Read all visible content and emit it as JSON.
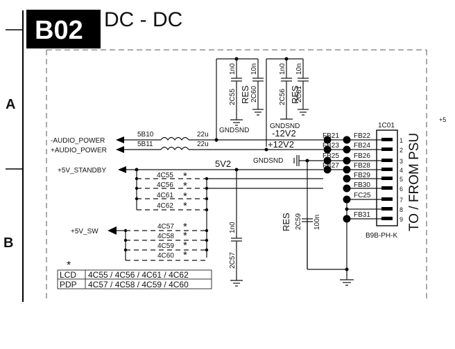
{
  "header": {
    "block_id": "B02",
    "title": "DC  - DC"
  },
  "margin": {
    "row_a": "A",
    "row_b": "B",
    "offpage_label": "+5"
  },
  "top_caps": [
    {
      "ref": "2C55",
      "value": "1n0"
    },
    {
      "ref": "2C60",
      "value": "10n",
      "note": "RES"
    },
    {
      "ref": "2C56",
      "value": "1n0"
    },
    {
      "ref": "2C61",
      "value": "10n",
      "note": "RES"
    }
  ],
  "nets": {
    "gndsnd": "GNDSND",
    "m12v2": "-12V2",
    "p12v2": "+12V2",
    "v5v2": "5V2",
    "audio_neg": "-AUDIO_POWER",
    "audio_pos": "+AUDIO_POWER",
    "standby": "+5V_STANDBY",
    "sw": "+5V_SW"
  },
  "inductors": [
    {
      "ref": "5B10",
      "value": "22u"
    },
    {
      "ref": "5B11",
      "value": "22u"
    }
  ],
  "jumpers_standby": [
    {
      "ref": "4C55",
      "mark": "*"
    },
    {
      "ref": "4C56",
      "mark": "*"
    },
    {
      "ref": "4C61",
      "mark": "*"
    },
    {
      "ref": "4C62",
      "mark": "*"
    }
  ],
  "jumpers_sw": [
    {
      "ref": "4C57",
      "mark": "*"
    },
    {
      "ref": "4C58",
      "mark": "*"
    },
    {
      "ref": "4C59",
      "mark": "*"
    },
    {
      "ref": "4C60",
      "mark": "*"
    }
  ],
  "cap_2c57": {
    "ref": "2C57",
    "value": "1n0"
  },
  "cap_2c59": {
    "ref": "2C59",
    "value": "100n",
    "note": "RES"
  },
  "ferrites_left": [
    "FB21",
    "FB23",
    "FB25",
    "FB27"
  ],
  "ferrites_right": [
    "FB22",
    "FB24",
    "FB26",
    "FB28",
    "FB29",
    "FB30",
    "FC25",
    "",
    "FB31"
  ],
  "connector": {
    "ref": "1C01",
    "type": "B9B-PH-K",
    "pins": [
      "1",
      "2",
      "3",
      "4",
      "5",
      "6",
      "7",
      "8",
      "9"
    ],
    "label": "TO / FROM PSU"
  },
  "legend": {
    "mark": "*",
    "rows": [
      {
        "variant": "LCD",
        "parts": "4C55 / 4C56 / 4C61 / 4C62"
      },
      {
        "variant": "PDP",
        "parts": "4C57 / 4C58 / 4C59 / 4C60"
      }
    ]
  }
}
